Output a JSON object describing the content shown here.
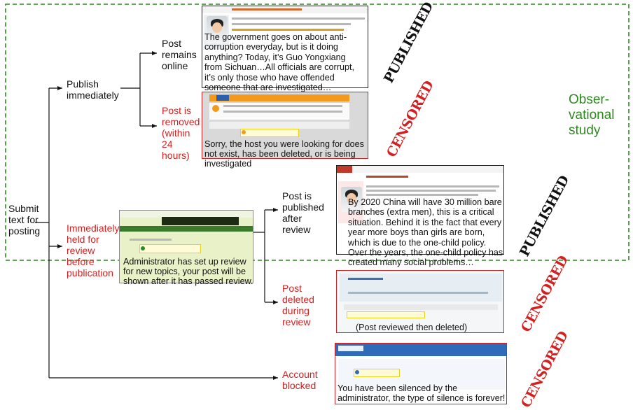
{
  "root": {
    "label": "Submit text for posting"
  },
  "branches": {
    "publish": {
      "label": "Publish immediately"
    },
    "held": {
      "label": "Immediately held for review before publication"
    },
    "blocked": {
      "label": "Account blocked"
    }
  },
  "outcomes": {
    "online": {
      "label": "Post remains online"
    },
    "removed": {
      "label": "Post is removed (within 24 hours)"
    },
    "published_after": {
      "label": "Post is published after review"
    },
    "deleted_review": {
      "label": "Post deleted during review"
    }
  },
  "study_label": "Obser-\nvational\nstudy",
  "stamps": {
    "published": "PUBLISHED",
    "censored": "CENSORED"
  },
  "captions": {
    "online": "The government goes on about anti-corruption everyday, but is it doing anything? Today, it’s Guo Yongxiang from Sichuan…All officials are corrupt, it’s only those who have offended someone that are investigated…",
    "removed": "Sorry, the host you were looking for does not exist, has been deleted, or is being investigated",
    "held": "Administrator has set up review for new topics, your post will be shown after it has passed review.",
    "published_after": "By 2020 China will have 30 million bare branches (extra men), this is a critical situation. Behind it is the fact that every year more boys than girls are born, which is due to the one-child policy. Over the years, the one-child policy has created many social problems…",
    "deleted_review": "(Post reviewed then deleted)",
    "blocked": "You have been silenced by the administrator, the type of silence is forever!"
  },
  "colors": {
    "censored": "#d42020",
    "published": "#111111",
    "study": "#2c8a1e",
    "portal_orange": "#f39a1d"
  }
}
